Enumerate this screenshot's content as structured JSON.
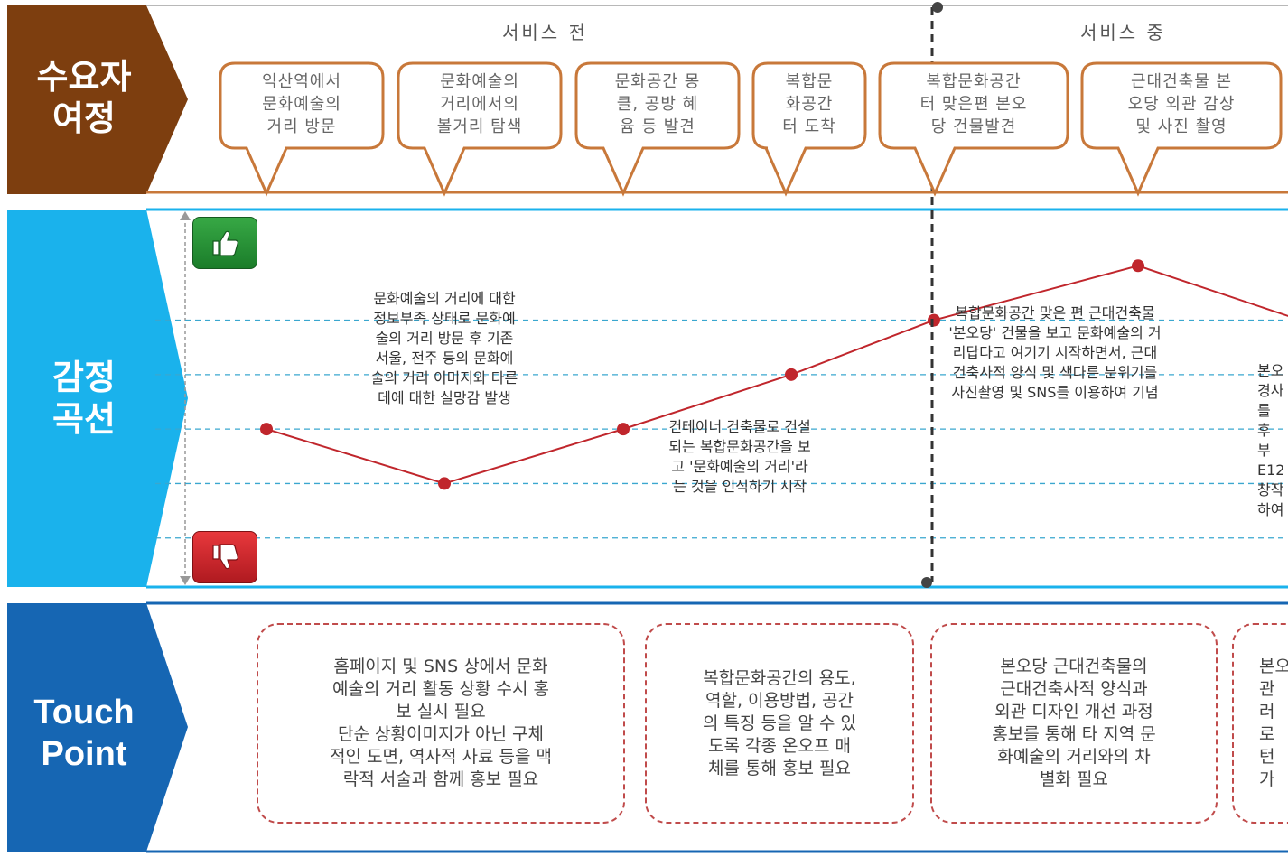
{
  "rows": {
    "journey_label": "수요자\n여정",
    "emotion_label": "감정\n곡선",
    "touchpoint_label": "Touch\nPoint"
  },
  "phases": {
    "before": "서비스 전",
    "during": "서비스 중"
  },
  "journey_steps": [
    "익산역에서\n문화예술의\n거리 방문",
    "문화예술의\n거리에서의\n볼거리 탐색",
    "문화공간 몽\n클, 공방 혜\n윰 등 발견",
    "복합문\n화공간\n터 도착",
    "복합문화공간\n터 맞은편 본오\n당 건물발견",
    "근대건축물 본\n오당 외관 감상\n및 사진 촬영"
  ],
  "emotion_icons": {
    "positive": "thumbs-up-icon",
    "negative": "thumbs-down-icon"
  },
  "colors": {
    "brown": "#7d3e0f",
    "bubble_border": "#c8783a",
    "cyan": "#1ab2ec",
    "blue": "#1666b3",
    "curve": "#c0262c",
    "grid": "#3aa7cf"
  },
  "emotion_annotations": [
    "문화예술의 거리에 대한\n정보부족 상태로 문화예\n술의 거리 방문 후 기존\n서울, 전주 등의 문화예\n술의 거리 이미지와 다른\n데에 대한 실망감 발생",
    "컨테이너 건축물로 건설\n되는 복합문화공간을 보\n고 '문화예술의 거리'라\n는 것을 인식하기 시작",
    "복합문화공간 맞은 편 근대건축물\n'본오당' 건물을 보고 문화예술의 거\n리답다고 여기기 시작하면서, 근대\n건축사적 양식 및 색다른 분위기를\n사진촬영 및 SNS를 이용하여 기념",
    "본오\n경사\n를\n후\n부\nE12\n창작\n하여"
  ],
  "touch_points": [
    "홈페이지 및 SNS 상에서 문화\n예술의 거리 활동 상황 수시 홍\n보 실시 필요\n단순 상황이미지가 아닌 구체\n적인 도면, 역사적 사료 등을 맥\n락적 서술과 함께 홍보 필요",
    "복합문화공간의 용도,\n역할, 이용방법, 공간\n의 특징 등을 알 수 있\n도록 각종 온오프 매\n체를 통해 홍보 필요",
    "본오당 근대건축물의\n근대건축사적 양식과\n외관 디자인 개선 과정\n홍보를 통해 타 지역 문\n화예술의 거리와의 차\n별화 필요",
    "본오\n관\n러\n로\n턴\n가"
  ],
  "chart_data": {
    "type": "line",
    "series": [
      {
        "values": [
          3,
          2,
          3,
          4,
          5,
          6,
          5
        ]
      }
    ],
    "ylim": [
      0,
      7
    ],
    "grid": true
  }
}
